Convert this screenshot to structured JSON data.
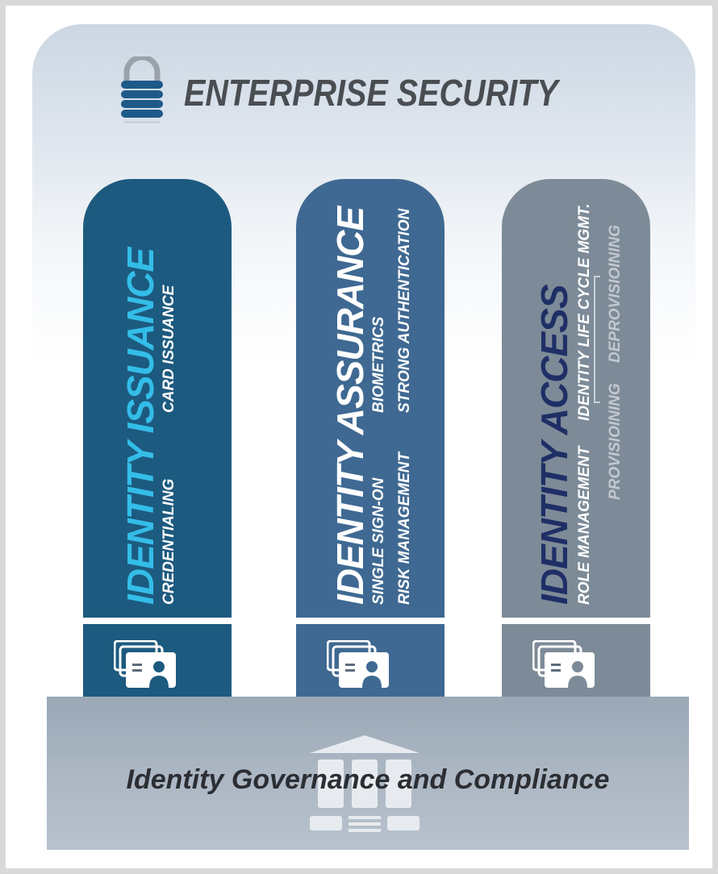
{
  "header": {
    "title": "ENTERPRISE SECURITY",
    "icon": "padlock-icon"
  },
  "pillars": [
    {
      "title": "IDENTITY ISSUANCE",
      "title_color": "#33bde8",
      "color": "#1d5a7f",
      "items": [
        "CREDENTIALING",
        "CARD ISSUANCE"
      ],
      "icon": "id-cards-icon"
    },
    {
      "title": "IDENTITY ASSURANCE",
      "title_color": "#ffffff",
      "color": "#3f6992",
      "items": [
        "SINGLE SIGN-ON",
        "RISK MANAGEMENT",
        "BIOMETRICS",
        "STRONG AUTHENTICATION"
      ],
      "icon": "id-cards-icon"
    },
    {
      "title": "IDENTITY ACCESS",
      "title_color": "#1f2f66",
      "color": "#7d8b98",
      "items": [
        "ROLE MANAGEMENT",
        "IDENTITY LIFE CYCLE MGMT.",
        "PROVISIOINING",
        "DEPROVISIOINING"
      ],
      "icon": "id-cards-icon"
    }
  ],
  "base": {
    "title": "Identity Governance and Compliance",
    "icon": "institution-building-icon",
    "color": "#a6b2bf"
  }
}
